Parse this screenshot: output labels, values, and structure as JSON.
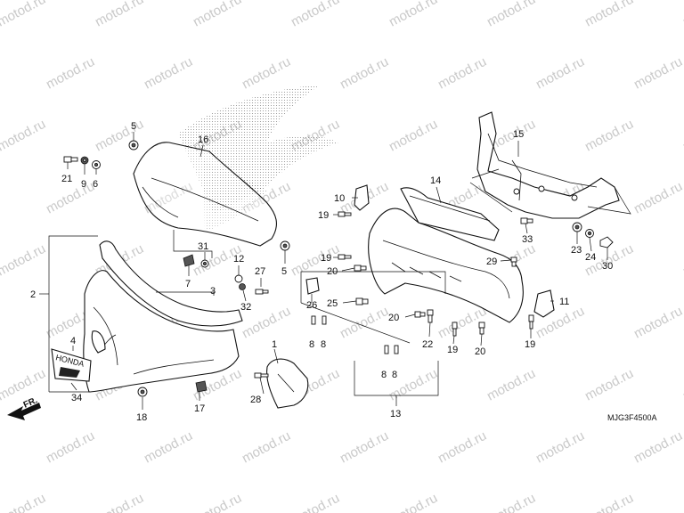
{
  "watermark": {
    "text": "motod.ru",
    "color": "#c9c9c9"
  },
  "reference_code": "MJG3F4500A",
  "direction_marker": "FR.",
  "decal_text": "HONDA",
  "part_labels": [
    {
      "id": "p1",
      "text": "1"
    },
    {
      "id": "p2",
      "text": "2"
    },
    {
      "id": "p3",
      "text": "3"
    },
    {
      "id": "p4",
      "text": "4"
    },
    {
      "id": "p5a",
      "text": "5"
    },
    {
      "id": "p5b",
      "text": "5"
    },
    {
      "id": "p6",
      "text": "6"
    },
    {
      "id": "p7",
      "text": "7"
    },
    {
      "id": "p8a",
      "text": "8"
    },
    {
      "id": "p8b",
      "text": "8"
    },
    {
      "id": "p8c",
      "text": "8"
    },
    {
      "id": "p8d",
      "text": "8"
    },
    {
      "id": "p9",
      "text": "9"
    },
    {
      "id": "p10",
      "text": "10"
    },
    {
      "id": "p11",
      "text": "11"
    },
    {
      "id": "p12",
      "text": "12"
    },
    {
      "id": "p13",
      "text": "13"
    },
    {
      "id": "p14",
      "text": "14"
    },
    {
      "id": "p15",
      "text": "15"
    },
    {
      "id": "p16",
      "text": "16"
    },
    {
      "id": "p17",
      "text": "17"
    },
    {
      "id": "p18",
      "text": "18"
    },
    {
      "id": "p19a",
      "text": "19"
    },
    {
      "id": "p19b",
      "text": "19"
    },
    {
      "id": "p19c",
      "text": "19"
    },
    {
      "id": "p19d",
      "text": "19"
    },
    {
      "id": "p20a",
      "text": "20"
    },
    {
      "id": "p20b",
      "text": "20"
    },
    {
      "id": "p20c",
      "text": "20"
    },
    {
      "id": "p21",
      "text": "21"
    },
    {
      "id": "p22",
      "text": "22"
    },
    {
      "id": "p23",
      "text": "23"
    },
    {
      "id": "p24",
      "text": "24"
    },
    {
      "id": "p25",
      "text": "25"
    },
    {
      "id": "p26",
      "text": "26"
    },
    {
      "id": "p27",
      "text": "27"
    },
    {
      "id": "p28a",
      "text": "28"
    },
    {
      "id": "p29",
      "text": "29"
    },
    {
      "id": "p30",
      "text": "30"
    },
    {
      "id": "p31",
      "text": "31"
    },
    {
      "id": "p32",
      "text": "32"
    },
    {
      "id": "p33",
      "text": "33"
    },
    {
      "id": "p34",
      "text": "34"
    }
  ]
}
